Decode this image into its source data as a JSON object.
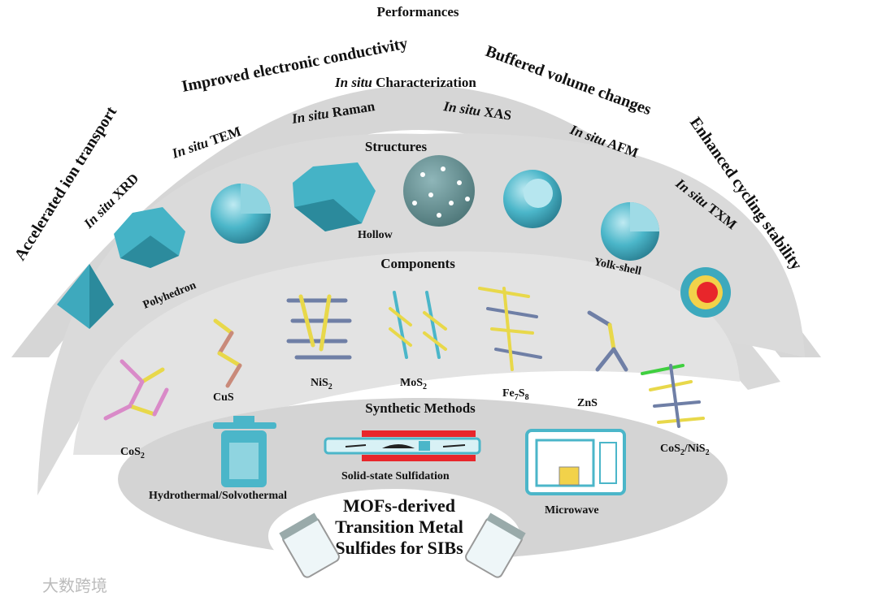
{
  "performances": {
    "title": "Performances",
    "items": [
      "Accelerated ion transport",
      "Improved electronic conductivity",
      "Buffered volume changes",
      "Enhanced cycling stability"
    ]
  },
  "characterization": {
    "title_prefix": "In situ",
    "title_rest": " Characterization",
    "items": [
      {
        "prefix": "In situ",
        "rest": " XRD"
      },
      {
        "prefix": "In situ",
        "rest": " TEM"
      },
      {
        "prefix": "In situ",
        "rest": " Raman"
      },
      {
        "prefix": "In situ",
        "rest": " XAS"
      },
      {
        "prefix": "In situ",
        "rest": " AFM"
      },
      {
        "prefix": "In situ",
        "rest": " TXM"
      }
    ]
  },
  "structures": {
    "title": "Structures",
    "labels": [
      "Polyhedron",
      "Hollow",
      "Yolk-shell"
    ]
  },
  "components": {
    "title": "Components",
    "items": [
      {
        "base": "CoS",
        "sub": "2",
        "tail": ""
      },
      {
        "base": "CuS",
        "sub": "",
        "tail": ""
      },
      {
        "base": "NiS",
        "sub": "2",
        "tail": ""
      },
      {
        "base": "MoS",
        "sub": "2",
        "tail": ""
      },
      {
        "base": "Fe",
        "sub": "7",
        "tail": "S",
        "sub2": "8"
      },
      {
        "base": "ZnS",
        "sub": "",
        "tail": ""
      },
      {
        "base": "CoS",
        "sub": "2",
        "tail": "/NiS",
        "sub2": "2"
      }
    ]
  },
  "synthesis": {
    "title": "Synthetic Methods",
    "items": [
      "Hydrothermal/Solvothermal",
      "Solid-state Sulfidation",
      "Microwave"
    ]
  },
  "center": {
    "lines": [
      "MOFs-derived",
      "Transition Metal",
      "Sulfides for SIBs"
    ]
  },
  "watermark": "大数跨境",
  "colors": {
    "ring": "#d9d9d9",
    "cyan": "#4bb6c9",
    "yellow": "#e8d84a",
    "pink": "#d98ac8",
    "slate": "#6f7fa6",
    "red": "#e8262b"
  }
}
